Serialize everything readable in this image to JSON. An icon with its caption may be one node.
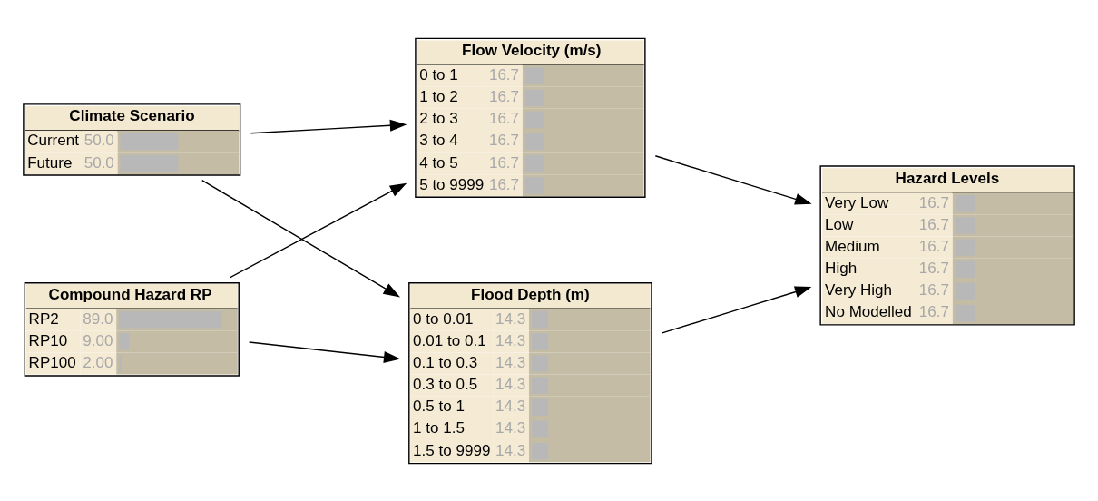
{
  "diagram": {
    "nodes": [
      {
        "text": [
          "Climate Scenario",
          "Current",
          "50.0",
          "Future",
          "50.0"
        ]
      },
      {
        "text": [
          "Flow Velocity (m/s)",
          "0 to 1",
          "16.7",
          "1 to 2",
          "16.7",
          "2 to 3",
          "16.7",
          "3 to 4",
          "16.7",
          "4 to 5",
          "16.7",
          "5 to 9999",
          "16.7"
        ]
      },
      {
        "text": [
          "Hazard Levels",
          "Very Low",
          "16.7",
          "Low",
          "16.7",
          "Medium",
          "16.7",
          "High",
          "16.7",
          "Very High",
          "16.7",
          "No Modelled",
          "16.7"
        ]
      },
      {
        "text": [
          "Compound Hazard RP",
          "RP2",
          "89.0",
          "RP10",
          "9.00",
          "RP100",
          "2.00"
        ]
      },
      {
        "text": [
          "Flood Depth (m)",
          "0 to 0.01",
          "14.3",
          "0.01 to 0.1",
          "14.3",
          "0.1 to 0.3",
          "14.3",
          "0.3 to 0.5",
          "14.3",
          "0.5 to 1",
          "14.3",
          "1 to 1.5",
          "14.3",
          "1.5 to 9999",
          "14.3"
        ]
      }
    ],
    "edges": [
      {
        "from": 0,
        "to": 1,
        "arrow": "to"
      },
      {
        "from": 0,
        "to": 4,
        "arrow": "to"
      },
      {
        "from": 3,
        "to": 1,
        "arrow": "to"
      },
      {
        "from": 3,
        "to": 4,
        "arrow": "to"
      },
      {
        "from": 1,
        "to": 2,
        "arrow": "to"
      },
      {
        "from": 4,
        "to": 2,
        "arrow": "to"
      }
    ]
  }
}
